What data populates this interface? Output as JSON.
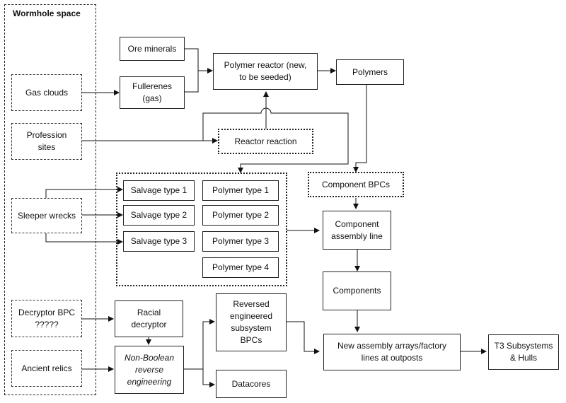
{
  "diagram": {
    "wormhole_title": "Wormhole space",
    "nodes": {
      "gas_clouds": "Gas clouds",
      "profession_sites": "Profession\nsites",
      "sleeper_wrecks": "Sleeper wrecks",
      "decryptor_bpc": "Decryptor BPC\n?????",
      "ancient_relics": "Ancient relics",
      "ore_minerals": "Ore minerals",
      "fullerenes": "Fullerenes\n(gas)",
      "polymer_reactor": "Polymer reactor (new,\nto be seeded)",
      "polymers": "Polymers",
      "reactor_reaction": "Reactor reaction",
      "component_bpcs": "Component BPCs",
      "salvage_1": "Salvage type 1",
      "salvage_2": "Salvage type 2",
      "salvage_3": "Salvage type 3",
      "polymer_1": "Polymer type 1",
      "polymer_2": "Polymer type 2",
      "polymer_3": "Polymer type 3",
      "polymer_4": "Polymer type 4",
      "component_assembly": "Component\nassembly line",
      "components": "Components",
      "racial_decryptor": "Racial\ndecryptor",
      "non_boolean": "Non-Boolean\nreverse\nengineering",
      "reversed_engineered": "Reversed\nengineered\nsubsystem\nBPCs",
      "datacores": "Datacores",
      "new_assembly": "New assembly arrays/factory\nlines at outposts",
      "t3_subsystems": "T3 Subsystems\n& Hulls"
    }
  }
}
